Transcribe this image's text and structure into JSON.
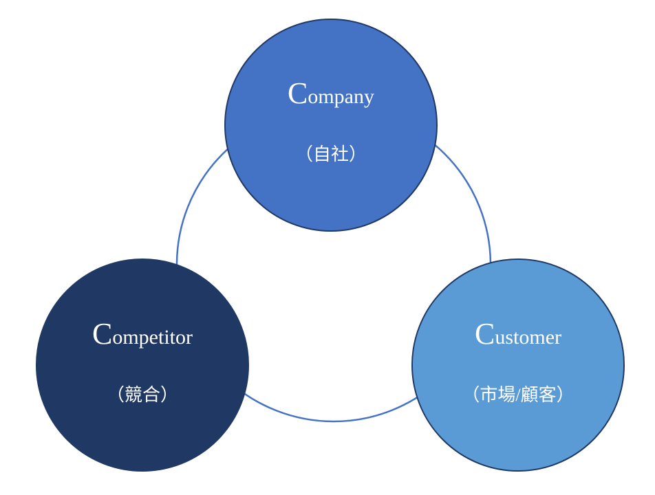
{
  "diagram": {
    "nodes": [
      {
        "initial": "C",
        "rest": "ompany",
        "subtitle": "（自社）",
        "fill": "#4472c4"
      },
      {
        "initial": "C",
        "rest": "ompetitor",
        "subtitle": "（競合）",
        "fill": "#203864"
      },
      {
        "initial": "C",
        "rest": "ustomer",
        "subtitle": "（市場/顧客）",
        "fill": "#5b9bd5"
      }
    ],
    "ring_color": "#4472c4"
  }
}
